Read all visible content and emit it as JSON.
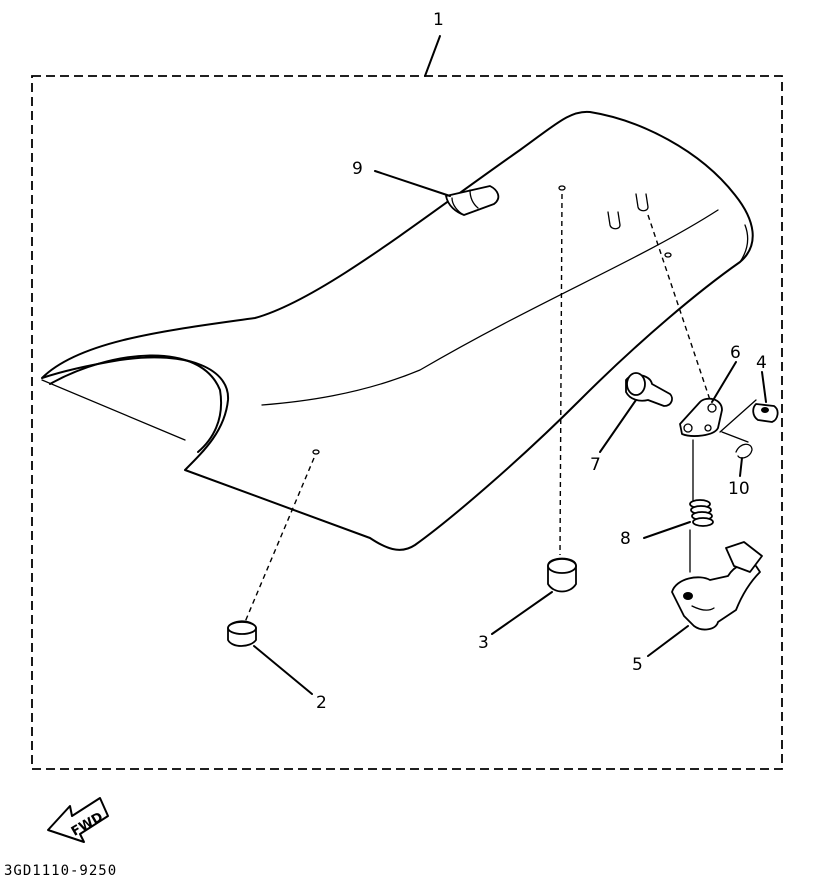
{
  "callouts": {
    "c1": "1",
    "c2": "2",
    "c3": "3",
    "c4": "4",
    "c5": "5",
    "c6": "6",
    "c7": "7",
    "c8": "8",
    "c9": "9",
    "c10": "10"
  },
  "fwd_label": "FWD",
  "part_number": "3GD1110-9250"
}
